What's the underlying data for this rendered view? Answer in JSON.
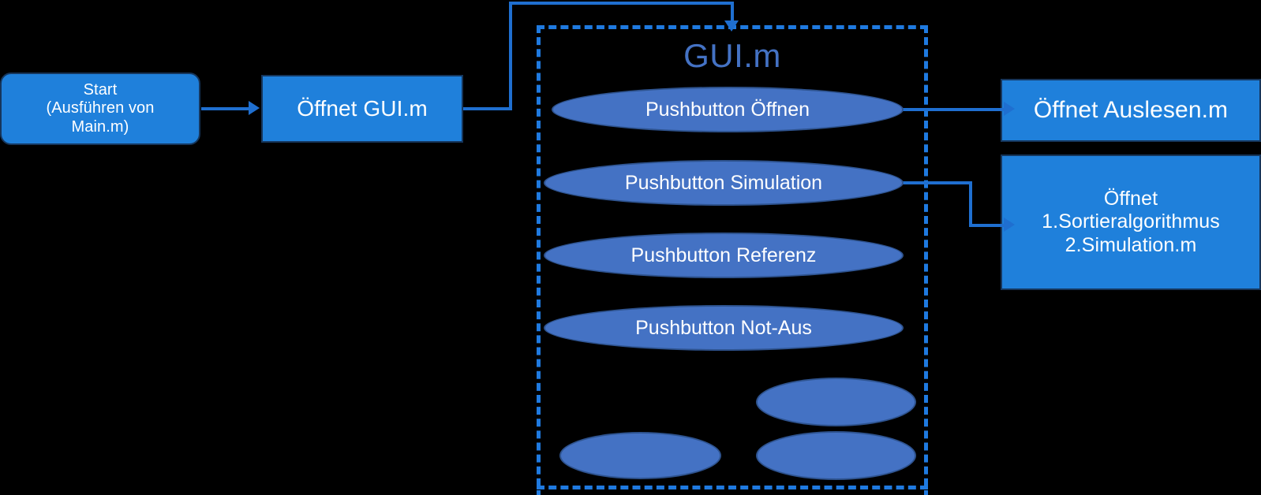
{
  "diagram": {
    "title": "MATLAB GUI program flow diagram",
    "colors": {
      "box_fill": "#1F80DB",
      "box_border": "#16365C",
      "ellipse_fill": "#4472C4",
      "ellipse_border": "#2E538F",
      "connector": "#1F6FD0",
      "container_border": "#1F7AE0",
      "container_title": "#4472C4",
      "background": "#000000",
      "label_text": "#FFFFFF"
    }
  },
  "nodes": {
    "start": {
      "line1": "Start",
      "line2": "(Ausführen von",
      "line3": "Main.m)",
      "shape": "rounded-rectangle"
    },
    "open_gui": {
      "label": "Öffnet GUI.m",
      "shape": "rectangle"
    },
    "open_auslesen": {
      "label": "Öffnet Auslesen.m",
      "shape": "rectangle"
    },
    "open_sortier": {
      "line1": "Öffnet",
      "line2": "1.Sortieralgorithmus",
      "line3": "2.Simulation.m",
      "shape": "rectangle"
    }
  },
  "gui_container": {
    "title": "GUI.m",
    "border_style": "dashed",
    "pushbuttons": [
      {
        "label": "Pushbutton Öffnen"
      },
      {
        "label": "Pushbutton Simulation"
      },
      {
        "label": "Pushbutton Referenz"
      },
      {
        "label": "Pushbutton Not-Aus"
      }
    ],
    "unlabeled_ellipses": [
      {
        "label": ""
      },
      {
        "label": ""
      },
      {
        "label": ""
      }
    ]
  },
  "connectors": [
    {
      "from": "start",
      "to": "open_gui",
      "style": "arrow-right"
    },
    {
      "from": "open_gui",
      "to": "gui_container",
      "style": "arrow-elbow-down"
    },
    {
      "from": "pushbutton-oeffnen",
      "to": "open_auslesen",
      "style": "arrow-right"
    },
    {
      "from": "pushbutton-simulation",
      "to": "open_sortier",
      "style": "arrow-elbow-right"
    }
  ]
}
